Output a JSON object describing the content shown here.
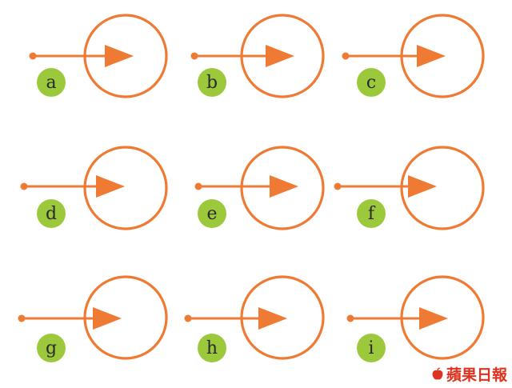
{
  "colors": {
    "orange": "#ef7a33",
    "green": "#9cc93c",
    "label_text": "#2a2a2a",
    "watermark": "#e0301e"
  },
  "panels": [
    {
      "id": "a",
      "label": "a"
    },
    {
      "id": "b",
      "label": "b"
    },
    {
      "id": "c",
      "label": "c"
    },
    {
      "id": "d",
      "label": "d"
    },
    {
      "id": "e",
      "label": "e"
    },
    {
      "id": "f",
      "label": "f"
    },
    {
      "id": "g",
      "label": "g"
    },
    {
      "id": "h",
      "label": "h"
    },
    {
      "id": "i",
      "label": "i"
    }
  ],
  "watermark": {
    "icon": "apple-logo-icon",
    "text": "蘋果日報"
  }
}
